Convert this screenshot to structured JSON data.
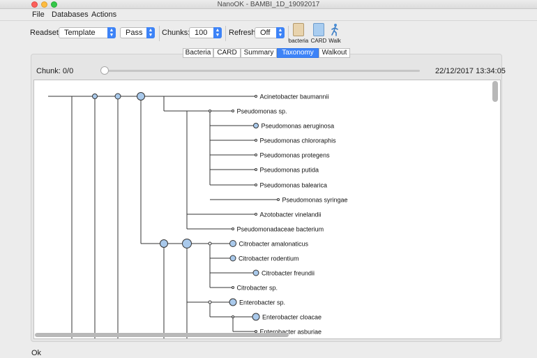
{
  "window": {
    "title": "NanoOK - BAMBI_1D_19092017"
  },
  "menu": {
    "file": "File",
    "databases": "Databases",
    "actions": "Actions"
  },
  "toolbar": {
    "readset_label": "Readset:",
    "readset_value": "Template",
    "pass_value": "Pass",
    "chunks_label": "Chunks:",
    "chunks_value": "100",
    "refresh_label": "Refresh:",
    "refresh_value": "Off",
    "tools": [
      {
        "label": "bacteria",
        "icon": "bacteria-db-icon"
      },
      {
        "label": "CARD",
        "icon": "card-db-icon"
      },
      {
        "label": "Walk",
        "icon": "walk-person-icon"
      }
    ]
  },
  "tabs": [
    {
      "label": "Bacteria"
    },
    {
      "label": "CARD"
    },
    {
      "label": "Summary"
    },
    {
      "label": "Taxonomy",
      "active": true
    },
    {
      "label": "Walkout"
    }
  ],
  "chunk": {
    "label": "Chunk: 0/0",
    "timestamp": "22/12/2017 13:34:05"
  },
  "tree": {
    "node_color": "#a9c9eb",
    "line_color": "#333333",
    "leaves": [
      "Acinetobacter baumannii",
      "Pseudomonas sp.",
      "Pseudomonas aeruginosa",
      "Pseudomonas chlororaphis",
      "Pseudomonas protegens",
      "Pseudomonas putida",
      "Pseudomonas balearica",
      "Pseudomonas syringae",
      "Azotobacter vinelandii",
      "Pseudomonadaceae bacterium",
      "Citrobacter amalonaticus",
      "Citrobacter rodentium",
      "Citrobacter freundii",
      "Citrobacter sp.",
      "Enterobacter sp.",
      "Enterobacter cloacae",
      "Enterobacter asburiae"
    ]
  },
  "status": {
    "text": "Ok"
  }
}
